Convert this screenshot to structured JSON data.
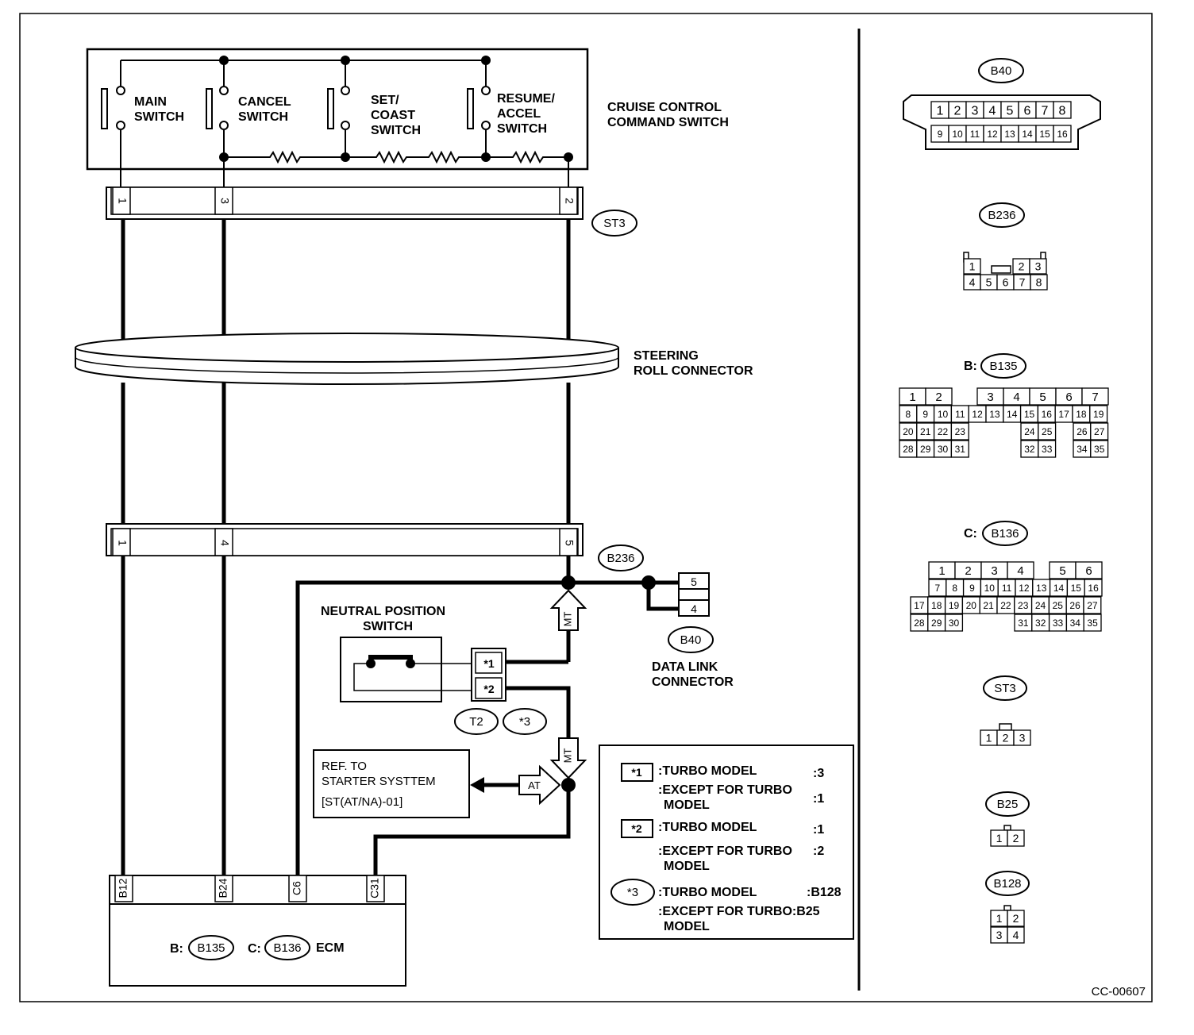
{
  "command_switch": {
    "title_line1": "CRUISE CONTROL",
    "title_line2": "COMMAND SWITCH",
    "main_line1": "MAIN",
    "main_line2": "SWITCH",
    "cancel_line1": "CANCEL",
    "cancel_line2": "SWITCH",
    "set_line1": "SET/",
    "set_line2": "COAST",
    "set_line3": "SWITCH",
    "resume_line1": "RESUME/",
    "resume_line2": "ACCEL",
    "resume_line3": "SWITCH"
  },
  "st3_harness": {
    "pins": [
      "1",
      "3",
      "2"
    ],
    "tag": "ST3"
  },
  "roll_connector": {
    "line1": "STEERING",
    "line2": "ROLL CONNECTOR"
  },
  "b236_harness": {
    "pins": [
      "1",
      "4",
      "5"
    ],
    "tag": "B236"
  },
  "data_link": {
    "tag": "B40",
    "pins": [
      "5",
      "4"
    ],
    "line1": "DATA LINK",
    "line2": "CONNECTOR"
  },
  "neutral_switch": {
    "line1": "NEUTRAL POSITION",
    "line2": "SWITCH",
    "pin1": "*1",
    "pin2": "*2",
    "tag1": "T2",
    "tag2": "*3"
  },
  "arrows": {
    "mt_upper": "MT",
    "mt_lower": "MT",
    "at": "AT"
  },
  "ref_box": {
    "line1": "REF. TO",
    "line2": "STARTER SYSTTEM",
    "line3": "[ST(AT/NA)-01]"
  },
  "ecm": {
    "pins": [
      "B12",
      "B24",
      "C6",
      "C31"
    ],
    "b_prefix": "B:",
    "b_tag": "B135",
    "c_prefix": "C:",
    "c_tag": "B136",
    "name": "ECM"
  },
  "legend": {
    "k1": "*1",
    "k1_a": ":TURBO MODEL",
    "k1_a_val": ":3",
    "k1_b1": ":EXCEPT FOR TURBO",
    "k1_b2": "MODEL",
    "k1_b_val": ":1",
    "k2": "*2",
    "k2_a": ":TURBO MODEL",
    "k2_a_val": ":1",
    "k2_b1": ":EXCEPT FOR TURBO",
    "k2_b2": "MODEL",
    "k2_b_val": ":2",
    "k3": "*3",
    "k3_a": ":TURBO MODEL",
    "k3_a_val": ":B128",
    "k3_b1": ":EXCEPT FOR TURBO:B25",
    "k3_b2": "MODEL"
  },
  "connectors": {
    "b40": {
      "tag": "B40",
      "row1": [
        "1",
        "2",
        "3",
        "4",
        "5",
        "6",
        "7",
        "8"
      ],
      "row2": [
        "9",
        "10",
        "11",
        "12",
        "13",
        "14",
        "15",
        "16"
      ]
    },
    "b236": {
      "tag": "B236",
      "row1": [
        "1",
        "2",
        "3"
      ],
      "row2": [
        "4",
        "5",
        "6",
        "7",
        "8"
      ]
    },
    "b135": {
      "prefix": "B:",
      "tag": "B135",
      "r1": [
        "1",
        "2",
        "3",
        "4",
        "5",
        "6",
        "7"
      ],
      "r2": [
        "8",
        "9",
        "10",
        "11",
        "12",
        "13",
        "14",
        "15",
        "16",
        "17",
        "18",
        "19"
      ],
      "r3a": [
        "20",
        "21",
        "22",
        "23"
      ],
      "r3b": [
        "24",
        "25"
      ],
      "r3c": [
        "26",
        "27"
      ],
      "r4a": [
        "28",
        "29",
        "30",
        "31"
      ],
      "r4b": [
        "32",
        "33"
      ],
      "r4c": [
        "34",
        "35"
      ]
    },
    "b136": {
      "prefix": "C:",
      "tag": "B136",
      "r1a": [
        "1",
        "2",
        "3",
        "4"
      ],
      "r1b": [
        "5",
        "6"
      ],
      "r2": [
        "7",
        "8",
        "9",
        "10",
        "11",
        "12",
        "13",
        "14",
        "15",
        "16"
      ],
      "r3": [
        "17",
        "18",
        "19",
        "20",
        "21",
        "22",
        "23",
        "24",
        "25",
        "26",
        "27"
      ],
      "r4a": [
        "28",
        "29",
        "30"
      ],
      "r4b": [
        "31",
        "32",
        "33",
        "34",
        "35"
      ]
    },
    "st3": {
      "tag": "ST3",
      "pins": [
        "1",
        "2",
        "3"
      ]
    },
    "b25": {
      "tag": "B25",
      "pins": [
        "1",
        "2"
      ]
    },
    "b128": {
      "tag": "B128",
      "pins": [
        "1",
        "2",
        "3",
        "4"
      ]
    }
  },
  "figure_code": "CC-00607"
}
